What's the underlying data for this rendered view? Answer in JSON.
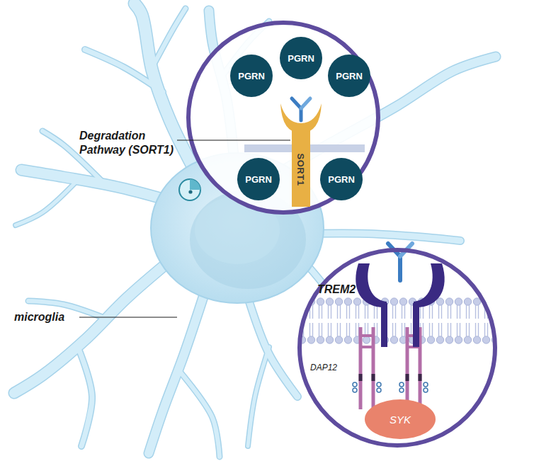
{
  "diagram": {
    "nodes": [
      {
        "text": [
          "PGRN"
        ]
      },
      {
        "text": [
          "PGRN"
        ]
      },
      {
        "text": [
          "PGRN"
        ]
      },
      {
        "text": [
          "PGRN"
        ]
      },
      {
        "text": [
          "PGRN"
        ]
      },
      {
        "text": [
          "SORT1"
        ]
      },
      {
        "text": [
          "TREM2",
          "DAP12"
        ]
      },
      {
        "text": [
          "SYK"
        ],
        "in": 6
      }
    ],
    "labels": [
      "Degradation Pathway (SORT1)",
      "microglia"
    ]
  }
}
